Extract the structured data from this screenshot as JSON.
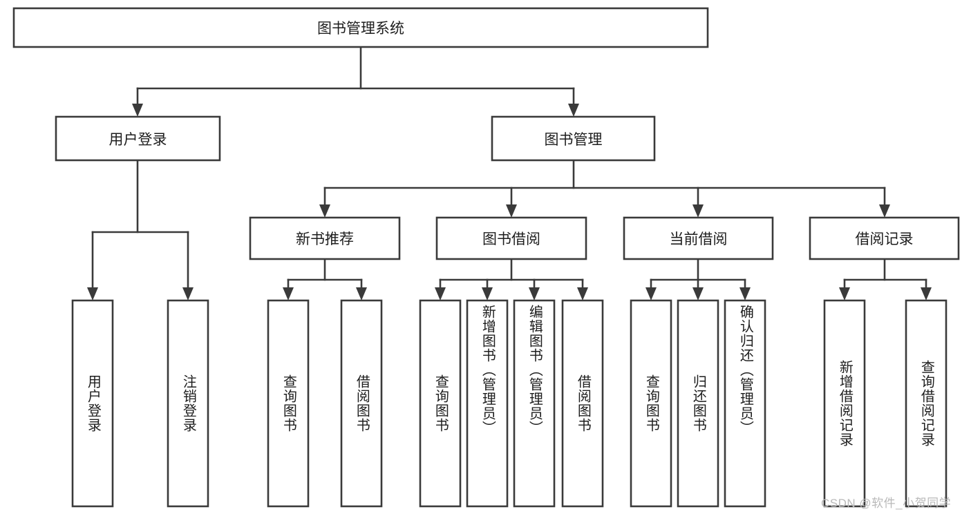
{
  "diagram": {
    "title": "图书管理系统",
    "type": "tree-hierarchy-chart",
    "root": {
      "id": "root",
      "label": "图书管理系统",
      "orientation": "horizontal"
    },
    "level1": [
      {
        "id": "user-login",
        "label": "用户登录",
        "orientation": "horizontal"
      },
      {
        "id": "book-management",
        "label": "图书管理",
        "orientation": "horizontal"
      }
    ],
    "level2": [
      {
        "id": "new-book-recommend",
        "label": "新书推荐",
        "parent": "book-management",
        "orientation": "horizontal"
      },
      {
        "id": "book-borrow",
        "label": "图书借阅",
        "parent": "book-management",
        "orientation": "horizontal"
      },
      {
        "id": "current-borrow",
        "label": "当前借阅",
        "parent": "book-management",
        "orientation": "horizontal"
      },
      {
        "id": "borrow-record",
        "label": "借阅记录",
        "parent": "book-management",
        "orientation": "horizontal"
      }
    ],
    "leaves": [
      {
        "id": "leaf-user-login",
        "label": "用户登录",
        "parent": "user-login",
        "orientation": "vertical"
      },
      {
        "id": "leaf-logout-login",
        "label": "注销登录",
        "parent": "user-login",
        "orientation": "vertical"
      },
      {
        "id": "leaf-query-book-1",
        "label": "查询图书",
        "parent": "new-book-recommend",
        "orientation": "vertical"
      },
      {
        "id": "leaf-borrow-book-1",
        "label": "借阅图书",
        "parent": "new-book-recommend",
        "orientation": "vertical"
      },
      {
        "id": "leaf-query-book-2",
        "label": "查询图书",
        "parent": "book-borrow",
        "orientation": "vertical"
      },
      {
        "id": "leaf-add-book",
        "label": "新增图书（管理员）",
        "parent": "book-borrow",
        "orientation": "vertical"
      },
      {
        "id": "leaf-edit-book",
        "label": "编辑图书（管理员）",
        "parent": "book-borrow",
        "orientation": "vertical"
      },
      {
        "id": "leaf-borrow-book-2",
        "label": "借阅图书",
        "parent": "book-borrow",
        "orientation": "vertical"
      },
      {
        "id": "leaf-query-book-3",
        "label": "查询图书",
        "parent": "current-borrow",
        "orientation": "vertical"
      },
      {
        "id": "leaf-return-book",
        "label": "归还图书",
        "parent": "current-borrow",
        "orientation": "vertical"
      },
      {
        "id": "leaf-confirm-return",
        "label": "确认归还（管理员）",
        "parent": "current-borrow",
        "orientation": "vertical"
      },
      {
        "id": "leaf-add-borrow-record",
        "label": "新增借阅记录",
        "parent": "borrow-record",
        "orientation": "vertical"
      },
      {
        "id": "leaf-query-borrow-record",
        "label": "查询借阅记录",
        "parent": "borrow-record",
        "orientation": "vertical"
      }
    ],
    "colors": {
      "stroke": "#3a3a3a",
      "fill": "#ffffff",
      "text": "#1d1d1d",
      "watermark": "#b9b9b9"
    }
  },
  "watermark": {
    "text": "CSDN @软件_小贺同学"
  }
}
